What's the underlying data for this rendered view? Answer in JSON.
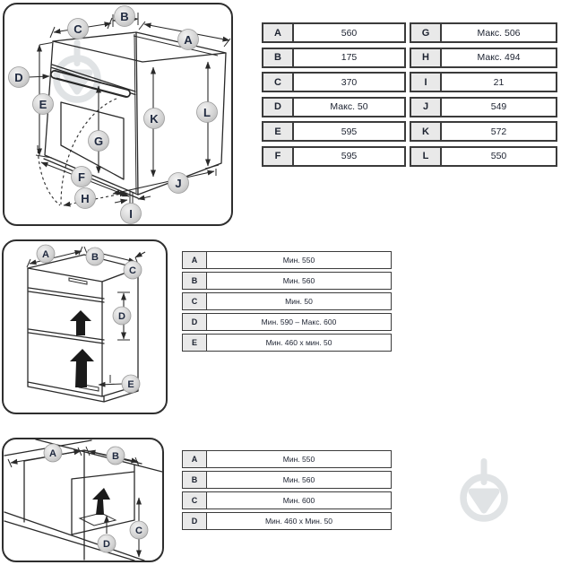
{
  "colors": {
    "background": "#ffffff",
    "line_art": "#2a2a2a",
    "table_border": "#3b3b3b",
    "table_key_bg": "#e9e9e9",
    "text": "#1c2230",
    "label_circle": "#cfcfcf",
    "watermark": "#e0e3e5"
  },
  "oven_diagram": {
    "name": "built-in oven external dimensions",
    "labels": [
      "A",
      "B",
      "C",
      "D",
      "E",
      "F",
      "G",
      "H",
      "I",
      "J",
      "K",
      "L"
    ]
  },
  "oven_table": {
    "left": [
      {
        "key": "A",
        "value": "560"
      },
      {
        "key": "B",
        "value": "175"
      },
      {
        "key": "C",
        "value": "370"
      },
      {
        "key": "D",
        "value": "Макс. 50"
      },
      {
        "key": "E",
        "value": "595"
      },
      {
        "key": "F",
        "value": "595"
      }
    ],
    "right": [
      {
        "key": "G",
        "value": "Макс. 506"
      },
      {
        "key": "H",
        "value": "Макс. 494"
      },
      {
        "key": "I",
        "value": "21"
      },
      {
        "key": "J",
        "value": "549"
      },
      {
        "key": "K",
        "value": "572"
      },
      {
        "key": "L",
        "value": "550"
      }
    ]
  },
  "column_diagram": {
    "name": "tall cabinet niche installation",
    "labels": [
      "A",
      "B",
      "C",
      "D",
      "E"
    ]
  },
  "column_table": {
    "rows": [
      {
        "key": "A",
        "value": "Мин. 550"
      },
      {
        "key": "B",
        "value": "Мин. 560"
      },
      {
        "key": "C",
        "value": "Мин. 50"
      },
      {
        "key": "D",
        "value": "Мин. 590 – Макс. 600"
      },
      {
        "key": "E",
        "value": "Мин. 460 х мин. 50"
      }
    ]
  },
  "counter_diagram": {
    "name": "under-counter niche installation",
    "labels": [
      "A",
      "B",
      "C",
      "D"
    ]
  },
  "counter_table": {
    "rows": [
      {
        "key": "A",
        "value": "Мин. 550"
      },
      {
        "key": "B",
        "value": "Мин. 560"
      },
      {
        "key": "C",
        "value": "Мин. 600"
      },
      {
        "key": "D",
        "value": "Мин. 460 х Мин. 50"
      }
    ]
  }
}
